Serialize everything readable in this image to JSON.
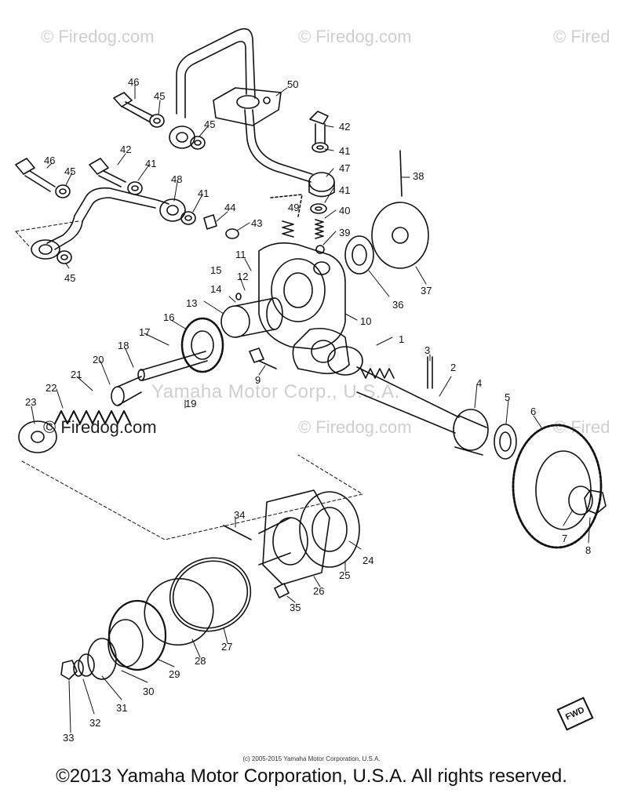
{
  "watermarks": {
    "top_left": "© Firedog.com",
    "top_center": "© Firedog.com",
    "top_right": "© Fired",
    "mid_left": "© Firedog.com",
    "mid_center": "© Firedog.com",
    "mid_right": "© Fired",
    "corp": "Yamaha Motor Corp., U.S.A."
  },
  "fwd_label": "FWD",
  "small_copyright": "(c) 2005-2015 Yamaha Motor Corporation, U.S.A.",
  "footer_copyright": "©2013 Yamaha Motor Corporation, U.S.A. All rights reserved.",
  "callouts": [
    "1",
    "2",
    "3",
    "4",
    "5",
    "6",
    "7",
    "8",
    "9",
    "10",
    "11",
    "12",
    "13",
    "14",
    "15",
    "16",
    "17",
    "18",
    "19",
    "20",
    "21",
    "22",
    "23",
    "24",
    "25",
    "26",
    "27",
    "28",
    "29",
    "30",
    "31",
    "32",
    "33",
    "34",
    "35",
    "36",
    "37",
    "38",
    "39",
    "40",
    "41",
    "41",
    "41",
    "41",
    "42",
    "42",
    "43",
    "44",
    "45",
    "45",
    "45",
    "45",
    "46",
    "46",
    "47",
    "48",
    "49",
    "50"
  ]
}
